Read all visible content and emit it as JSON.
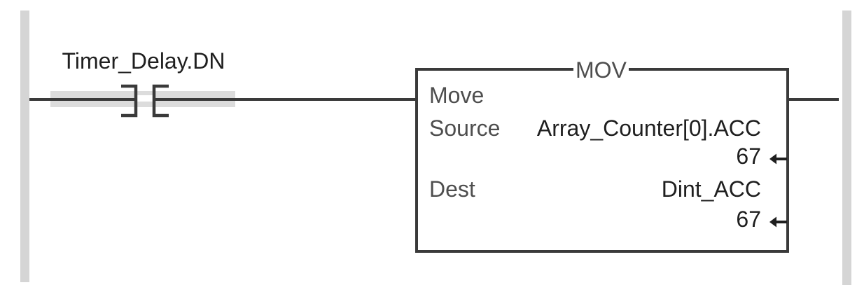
{
  "rung": {
    "contact": {
      "tag": "Timer_Delay.DN",
      "type": "XIC",
      "state": "energized"
    },
    "instruction": {
      "title": "MOV",
      "description": "Move",
      "params": [
        {
          "label": "Source",
          "operand": "Array_Counter[0].ACC",
          "value": "67"
        },
        {
          "label": "Dest",
          "operand": "Dint_ACC",
          "value": "67"
        }
      ]
    }
  },
  "colors": {
    "background": "#ffffff",
    "wire": "#3a3a3a",
    "rail": "#d5d5d5",
    "highlight": "#dcdcdc",
    "label": "#4e4e4e",
    "tag": "#1f1f1f"
  }
}
